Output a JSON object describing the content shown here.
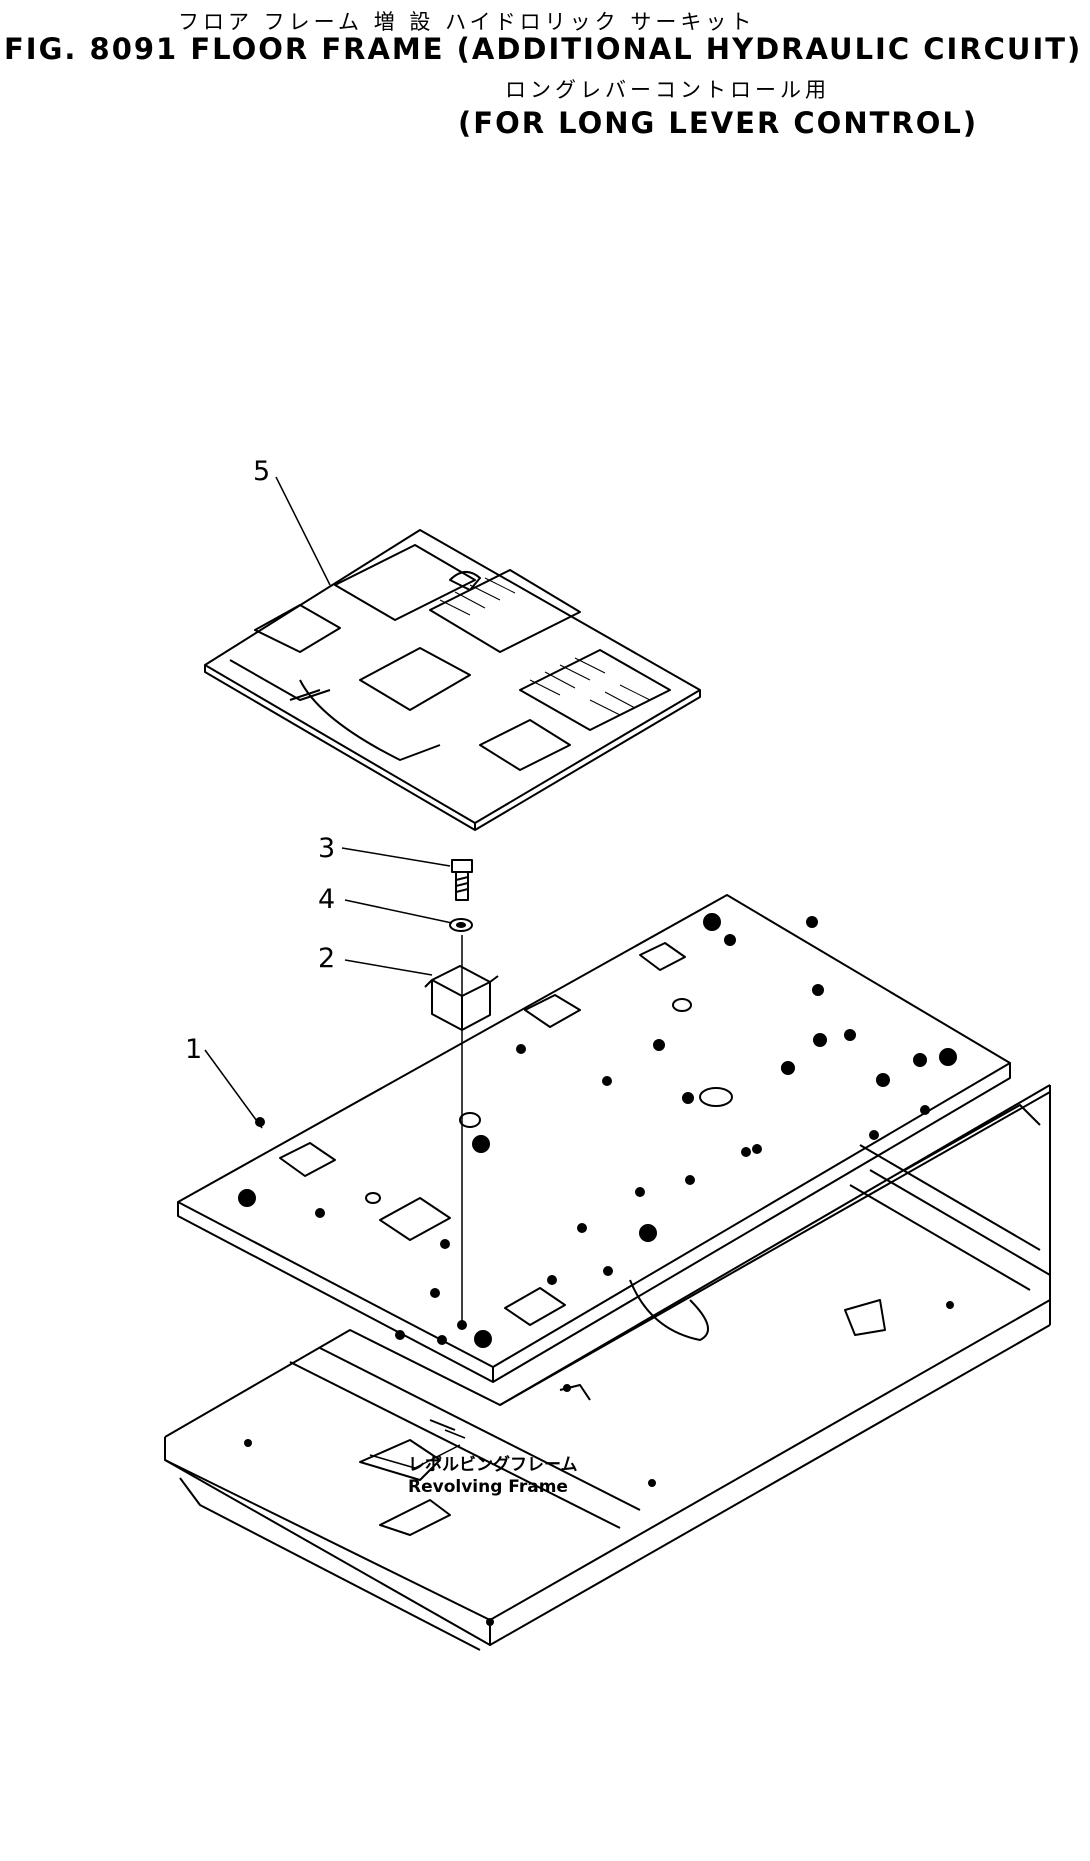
{
  "header": {
    "jp_line1": "フロア  フレーム      増  設      ハイドロリック  サーキット",
    "title_line1": "FIG. 8091  FLOOR FRAME (ADDITIONAL HYDRAULIC CIRCUIT)",
    "jp_line2": "ロングレバーコントロール用",
    "title_line2": "(FOR LONG LEVER CONTROL)"
  },
  "callouts": [
    "1",
    "2",
    "3",
    "4",
    "5"
  ],
  "frame_label": {
    "jp": "レボルビングフレーム",
    "en": "Revolving Frame"
  }
}
